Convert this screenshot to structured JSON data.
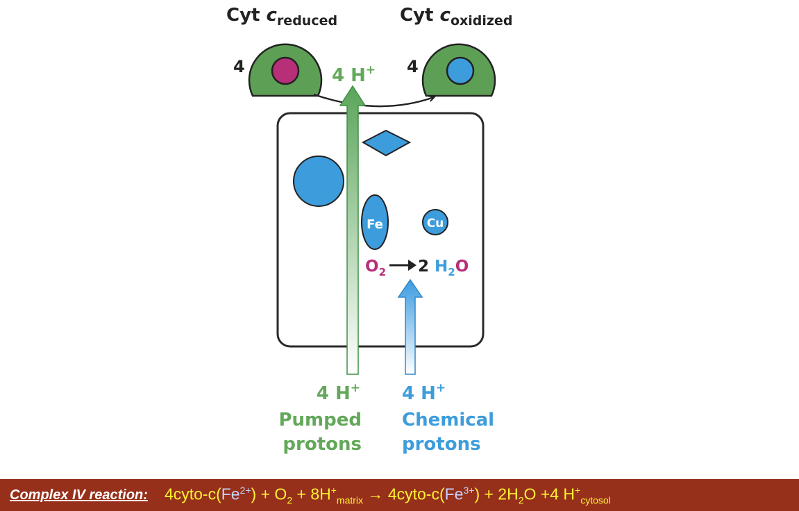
{
  "cyt_reduced": {
    "prefix": "Cyt ",
    "c": "c",
    "sub": "reduced",
    "count": "4"
  },
  "cyt_oxidized": {
    "prefix": "Cyt ",
    "c": "c",
    "sub": "oxidized",
    "count": "4"
  },
  "pumped": {
    "top": "4 H",
    "sup": "+",
    "bottom_h": "4 H",
    "bottom_sup": "+",
    "line1": "Pumped",
    "line2": "protons"
  },
  "chemical": {
    "h": "4 H",
    "sup": "+",
    "line1": "Chemical",
    "line2": "protons"
  },
  "fe_label": "Fe",
  "cu_label": "Cu",
  "reaction": {
    "o": "O",
    "o_sub": "2",
    "coef": "2 ",
    "h": "H",
    "h_sub": "2",
    "o2": "O"
  },
  "equation": {
    "title": "Complex IV reaction:",
    "p1": "4cyto-c(",
    "fe2": "Fe",
    "fe2_sup": "2+",
    "p2": ")  + O",
    "o2_sub": "2",
    "p3": " + 8H",
    "h_sup": "+",
    "matrix": "matrix",
    "p4": " → 4cyto-c(",
    "fe3": "Fe",
    "fe3_sup": "3+",
    "p5": ") + 2H",
    "h2o_sub": "2",
    "p6": "O +4 H",
    "h2_sup": "+",
    "cytosol": "cytosol"
  },
  "colors": {
    "green": "#63a85a",
    "blue": "#3d9ddc",
    "magenta": "#b62f77",
    "bar": "#96301b",
    "formula": "#fff233"
  }
}
